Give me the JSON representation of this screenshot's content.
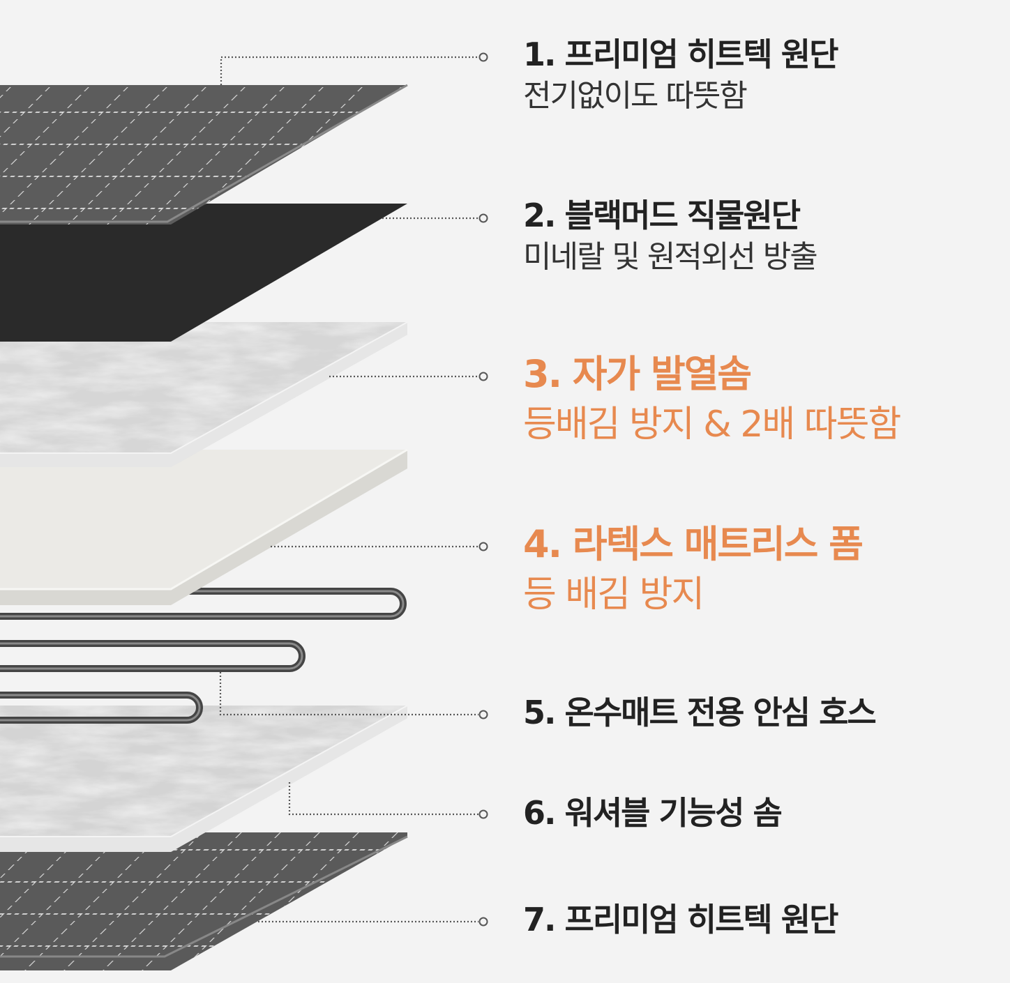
{
  "colors": {
    "background": "#f3f3f3",
    "text_dark": "#222222",
    "text_accent": "#e7894f",
    "heattech": "#5c5c5c",
    "black_mud": "#2b2b2b",
    "felt": "#d6d6d6",
    "latex": "#ebeae6",
    "hose": "#4a4a4a"
  },
  "layers": [
    {
      "title": "1. 프리미엄 히트텍 원단",
      "subtitle": "전기없이도 따뜻함",
      "highlight": false
    },
    {
      "title": "2. 블랙머드 직물원단",
      "subtitle": "미네랄 및 원적외선 방출",
      "highlight": false
    },
    {
      "title": "3. 자가 발열솜",
      "subtitle": "등배김 방지 & 2배 따뜻함",
      "highlight": true
    },
    {
      "title": "4. 라텍스 매트리스 폼",
      "subtitle": "등 배김 방지",
      "highlight": true
    },
    {
      "title": "5. 온수매트 전용 안심 호스",
      "subtitle": "",
      "highlight": false
    },
    {
      "title": "6. 워셔블 기능성 솜",
      "subtitle": "",
      "highlight": false
    },
    {
      "title": "7. 프리미엄 히트텍 원단",
      "subtitle": "",
      "highlight": false
    }
  ]
}
